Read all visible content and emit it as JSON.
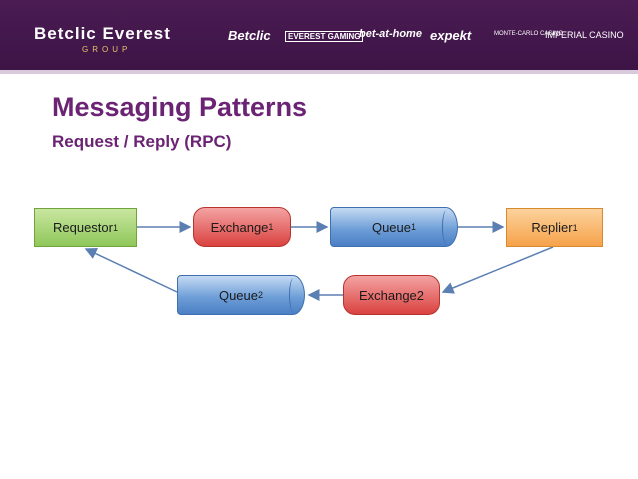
{
  "header": {
    "company": "Betclic Everest",
    "company_sub": "GROUP",
    "brands": [
      "Betclic",
      "EVEREST GAMING",
      "bet-at-home",
      "expekt",
      "MONTE-CARLO CASINO",
      "IMPERIAL CASINO"
    ]
  },
  "slide": {
    "title": "Messaging Patterns",
    "subtitle": "Request / Reply (RPC)"
  },
  "diagram": {
    "requestor": {
      "label": "Requestor",
      "sub": "1"
    },
    "exchange1": {
      "label": "Exchange",
      "sub": "1"
    },
    "queue1": {
      "label": "Queue",
      "sub": "1"
    },
    "replier": {
      "label": "Replier",
      "sub": "1"
    },
    "exchange2": {
      "label": "Exchange2"
    },
    "queue2": {
      "label": "Queue",
      "sub": "2"
    }
  },
  "colors": {
    "header_bg": "#4a1c53",
    "title": "#6b2473",
    "requestor": "#8fc75a",
    "replier": "#f6a24a",
    "exchange": "#d9423f",
    "queue": "#4a7fc4",
    "arrow": "#5b7fb3"
  }
}
